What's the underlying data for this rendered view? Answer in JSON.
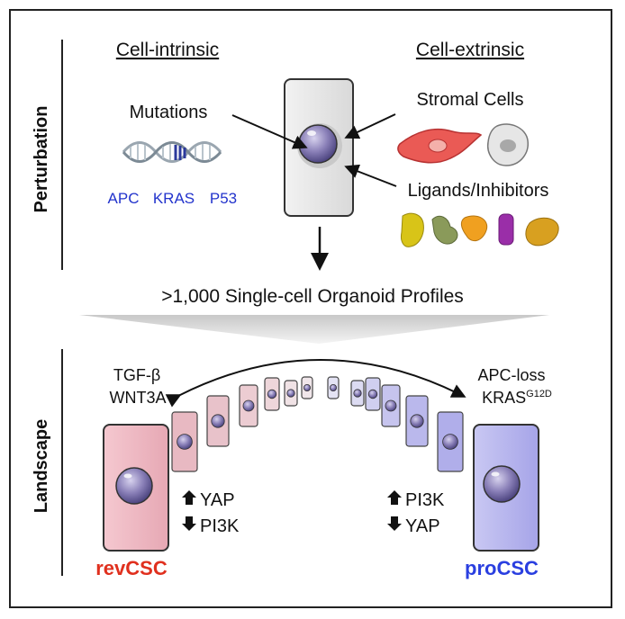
{
  "side_labels": {
    "top": "Perturbation",
    "bottom": "Landscape"
  },
  "headers": {
    "intrinsic": "Cell-intrinsic",
    "extrinsic": "Cell-extrinsic"
  },
  "intrinsic": {
    "mutations": "Mutations",
    "genes": [
      "APC",
      "KRAS",
      "P53"
    ]
  },
  "extrinsic": {
    "stromal": "Stromal Cells",
    "ligands": "Ligands/Inhibitors"
  },
  "profiles": ">1,000 Single-cell Organoid Profiles",
  "left_condition": {
    "line1": "TGF-β",
    "line2": "WNT3A"
  },
  "right_condition": {
    "line1": "APC-loss",
    "line2_base": "KRAS",
    "line2_sup": "G12D"
  },
  "left_markers": {
    "up": "YAP",
    "down": "PI3K"
  },
  "right_markers": {
    "up": "PI3K",
    "down": "YAP"
  },
  "states": {
    "left": "revCSC",
    "right": "proCSC"
  },
  "colors": {
    "rev": "#e0301e",
    "pro": "#2a3fe0",
    "gene": "#2233cc"
  }
}
